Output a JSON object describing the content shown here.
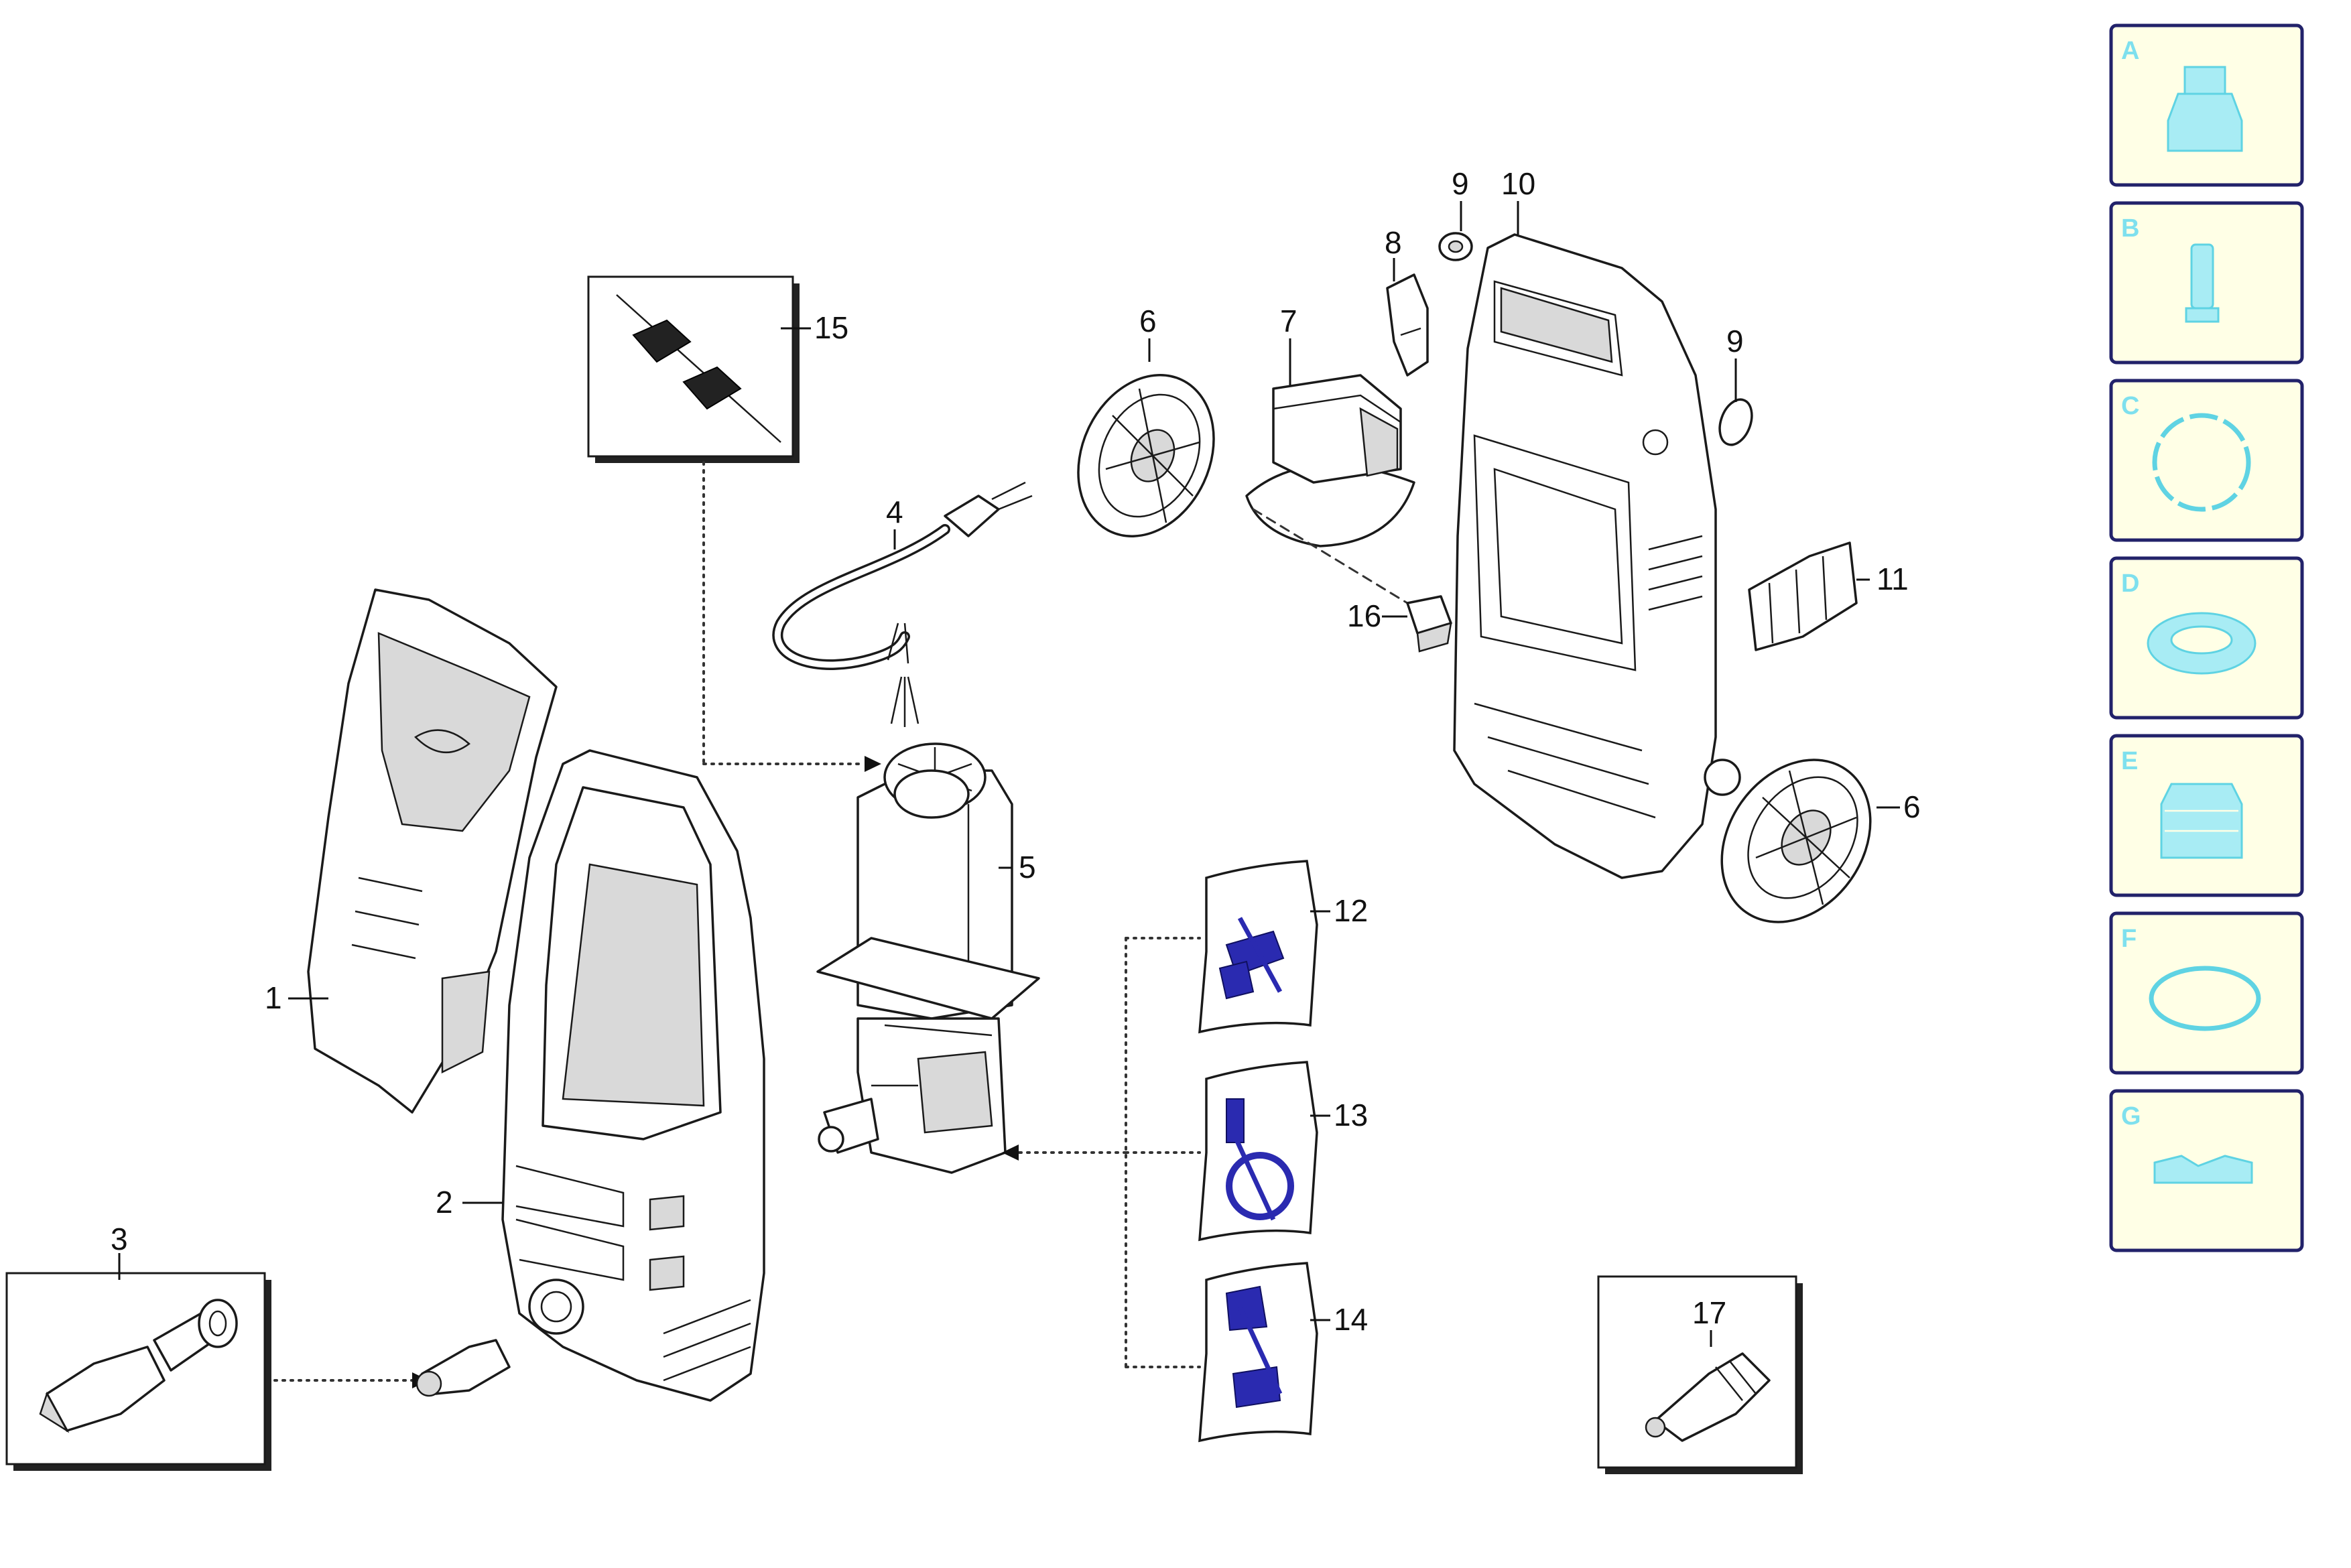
{
  "callouts": {
    "c1": "1",
    "c2": "2",
    "c3": "3",
    "c4": "4",
    "c5": "5",
    "c6a": "6",
    "c6b": "6",
    "c7": "7",
    "c8": "8",
    "c9a": "9",
    "c9b": "9",
    "c10": "10",
    "c11": "11",
    "c12": "12",
    "c13": "13",
    "c14": "14",
    "c15": "15",
    "c16": "16",
    "c17": "17"
  },
  "kit_legend": {
    "a": "A",
    "b": "B",
    "c": "C",
    "d": "D",
    "e": "E",
    "f": "F",
    "g": "G"
  },
  "colors": {
    "legend_panel": "#ffffe6",
    "legend_border": "#22226a",
    "legend_icon": "#a8ecf4",
    "kit_bag_print": "#2a2ab0"
  }
}
